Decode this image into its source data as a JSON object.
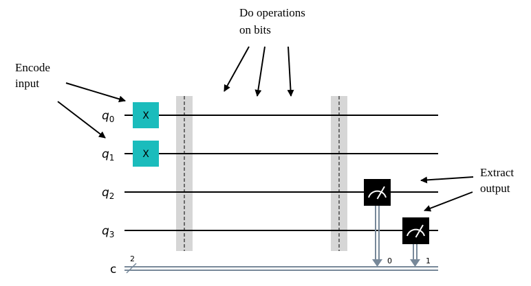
{
  "annotations": {
    "encode": [
      "Encode",
      "input"
    ],
    "operations": [
      "Do operations",
      "on bits"
    ],
    "extract": [
      "Extract",
      "output"
    ]
  },
  "qubits": [
    {
      "letter": "q",
      "index": "0"
    },
    {
      "letter": "q",
      "index": "1"
    },
    {
      "letter": "q",
      "index": "2"
    },
    {
      "letter": "q",
      "index": "3"
    }
  ],
  "classical_register": {
    "label": "c",
    "width": "2"
  },
  "gates": [
    {
      "label": "X",
      "qubit": 0
    },
    {
      "label": "X",
      "qubit": 1
    }
  ],
  "measurements": [
    {
      "qubit": 2,
      "bit": "0"
    },
    {
      "qubit": 3,
      "bit": "1"
    }
  ],
  "colors": {
    "gate": "#1bbcbc",
    "measure": "#000000",
    "barrier": "#d6d6d6",
    "classical_wire": "#778899",
    "wire": "#000000"
  }
}
